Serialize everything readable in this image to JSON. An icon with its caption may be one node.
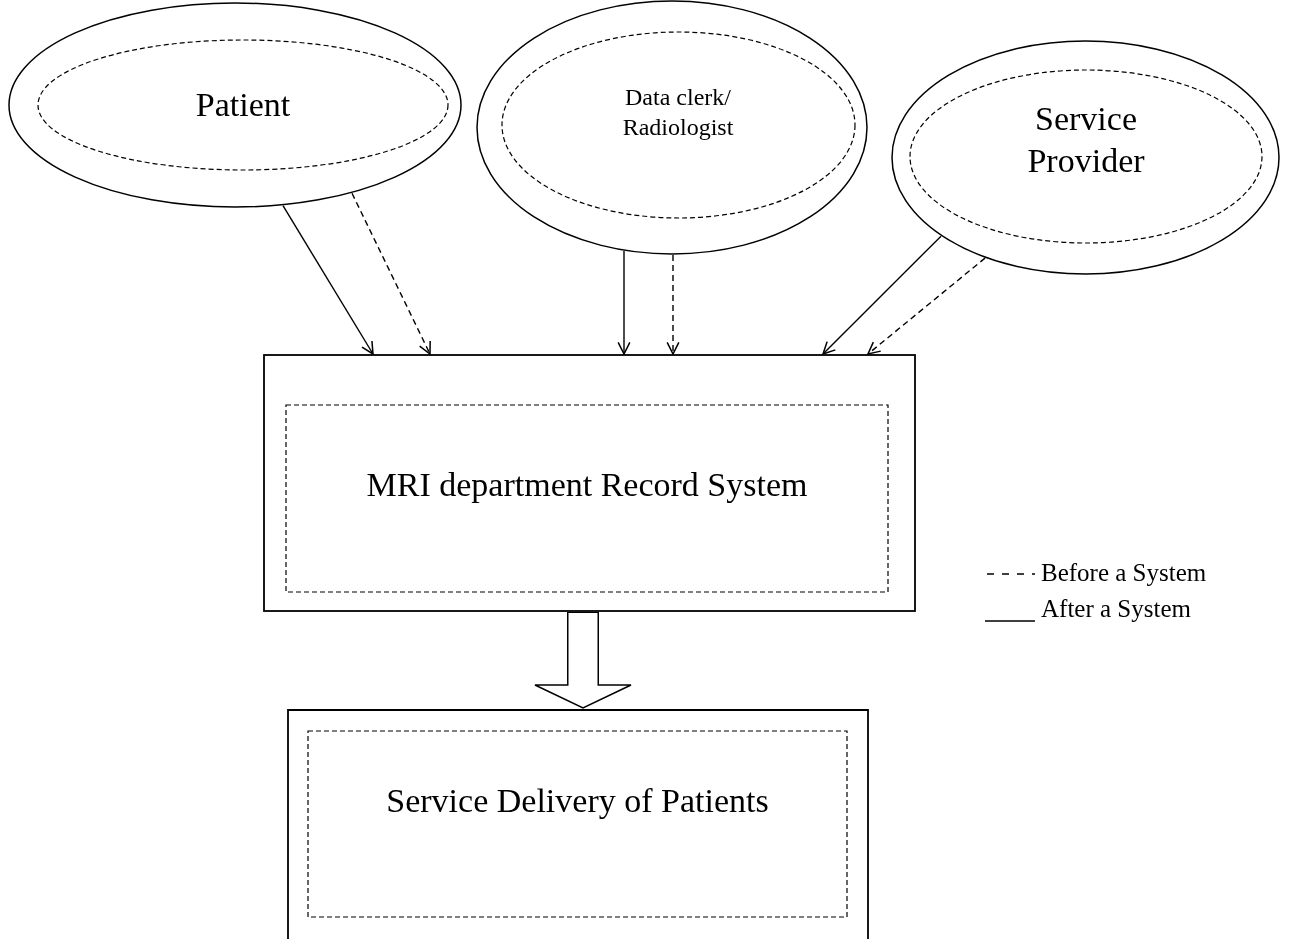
{
  "diagram": {
    "nodes": [
      {
        "text": [
          "Patient"
        ]
      },
      {
        "text": [
          "Data clerk/ Radiologist"
        ]
      },
      {
        "text": [
          "Service Provider"
        ]
      },
      {
        "text": [
          "MRI department Record System"
        ]
      },
      {
        "text": [
          "Service Delivery of Patients"
        ]
      }
    ],
    "edges": [
      {
        "from": 0,
        "to": 3,
        "arrow": "to"
      },
      {
        "from": 0,
        "to": 3,
        "arrow": "to",
        "style": "dashed"
      },
      {
        "from": 1,
        "to": 3,
        "arrow": "to"
      },
      {
        "from": 1,
        "to": 3,
        "arrow": "to",
        "style": "dashed"
      },
      {
        "from": 2,
        "to": 3,
        "arrow": "to"
      },
      {
        "from": 2,
        "to": 3,
        "arrow": "to",
        "style": "dashed"
      },
      {
        "from": 3,
        "to": 4,
        "arrow": "to",
        "style": "thick"
      }
    ],
    "legend": [
      {
        "text": "Before a System"
      },
      {
        "text": "After a System"
      }
    ]
  }
}
